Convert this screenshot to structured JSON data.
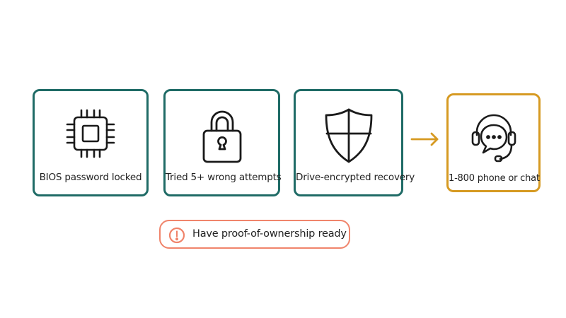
{
  "colors": {
    "card_border": "#1f6b66",
    "support_border": "#d69a22",
    "arrow": "#d69a22",
    "note_border": "#f0846b",
    "icon_stroke": "#1a1a1a"
  },
  "steps": [
    {
      "icon": "chip-icon",
      "label": "BIOS password locked"
    },
    {
      "icon": "padlock-icon",
      "label": "Tried 5+ wrong attempts"
    },
    {
      "icon": "shield-icon",
      "label": "Drive-encrypted recovery"
    }
  ],
  "support": {
    "icon": "headset-chat-icon",
    "label": "1-800 phone or chat"
  },
  "note": {
    "icon": "exclamation-circle-icon",
    "text": "Have proof-of-ownership ready"
  }
}
